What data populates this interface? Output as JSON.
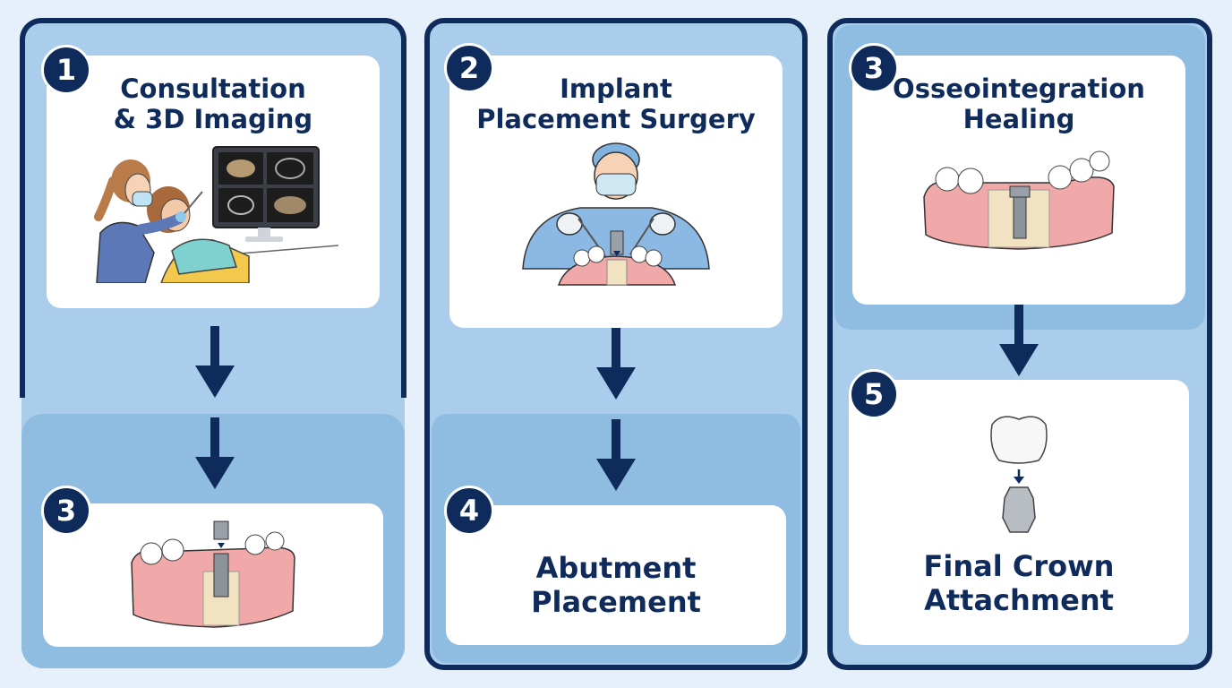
{
  "steps": [
    {
      "number": "1",
      "line1": "Consultation",
      "line2": "& 3D Imaging"
    },
    {
      "number": "2",
      "line1": "Implant",
      "line2": "Placement Surgery"
    },
    {
      "number": "3",
      "line1": "Osseointegration",
      "line2": "Healing"
    },
    {
      "number": "3",
      "line1": "",
      "line2": ""
    },
    {
      "number": "4",
      "line1": "Abutment",
      "line2": "Placement"
    },
    {
      "number": "5",
      "line1": "Final Crown",
      "line2": "Attachment"
    }
  ],
  "colors": {
    "navy": "#0e2b5c",
    "panel": "#a9cdea",
    "band": "#8fbde1",
    "background": "#e6f0fa",
    "gum": "#f0a8a8",
    "bone": "#f1e2c2"
  },
  "icons": [
    "dentist-consultation-illustration",
    "surgeon-illustration",
    "healing-jaw-illustration",
    "implant-jaw-illustration",
    "crown-abutment-illustration"
  ]
}
